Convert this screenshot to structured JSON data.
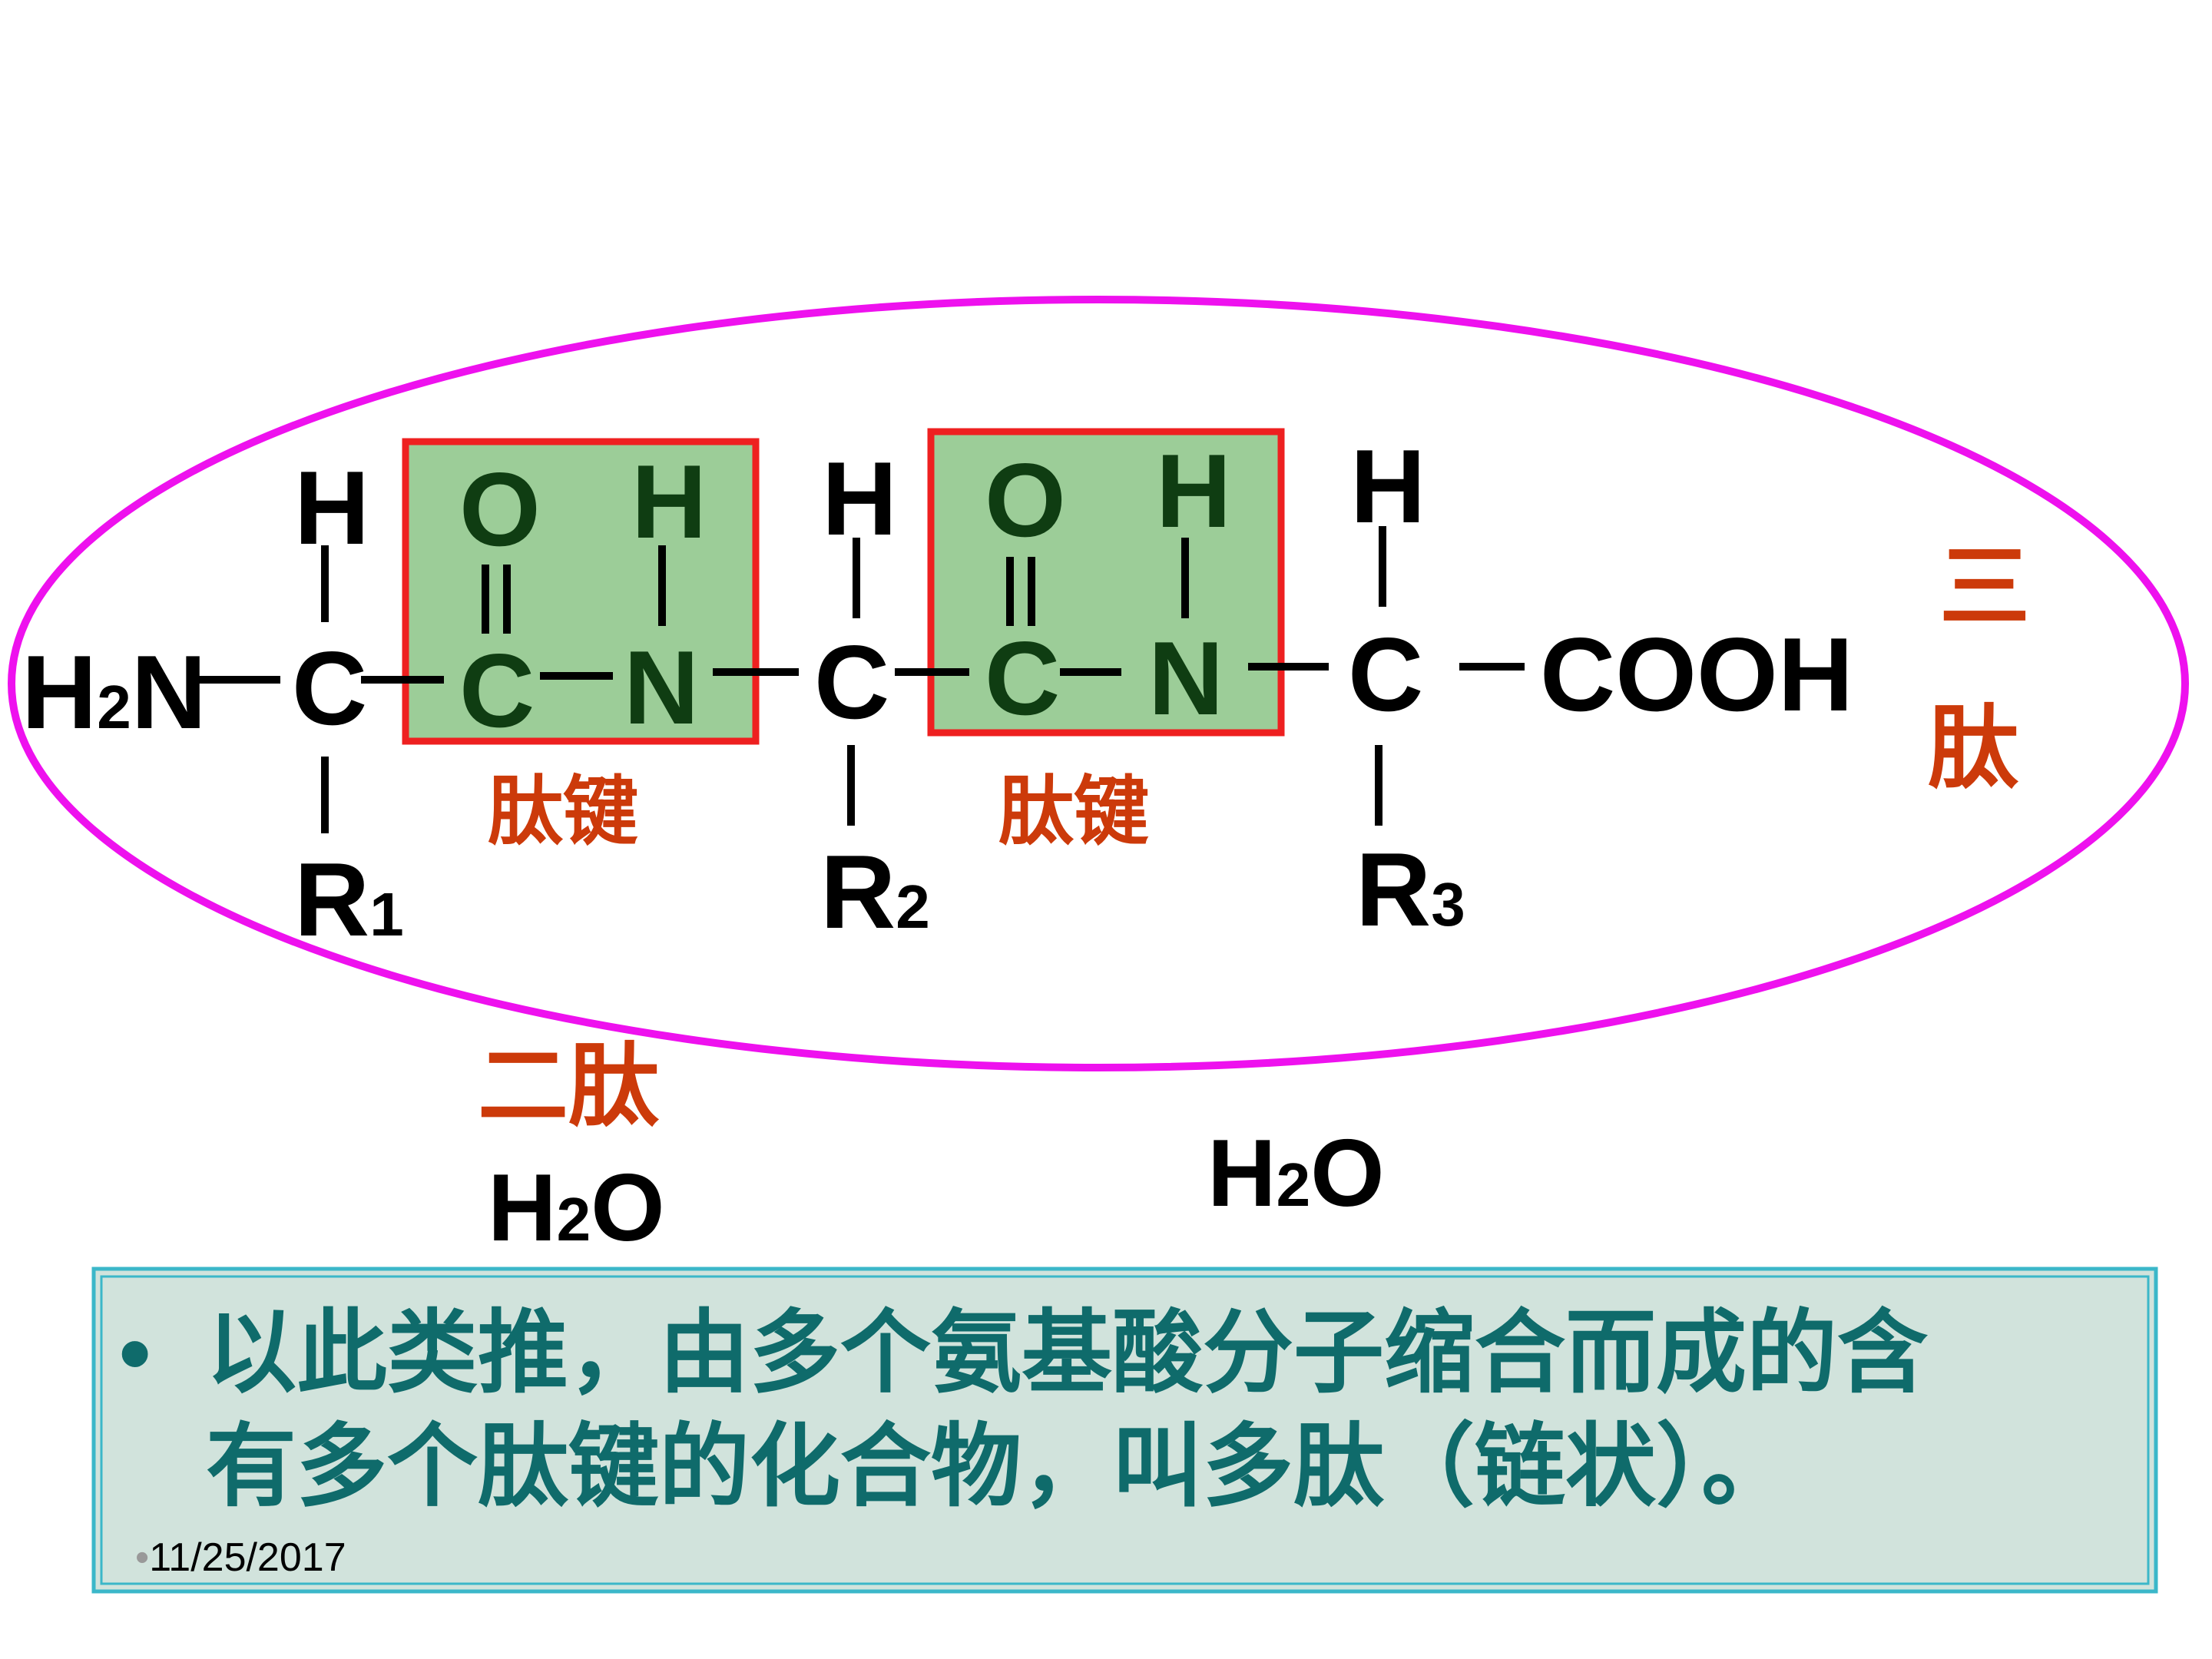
{
  "molecule": {
    "h2n": {
      "main": "H",
      "sub": "2",
      "tail": "N"
    },
    "h1": "H",
    "c1": "C",
    "r1": {
      "main": "R",
      "sub": "1"
    },
    "o1": "O",
    "c2": "C",
    "h2": "H",
    "n1": "N",
    "h3": "H",
    "c3": "C",
    "r2": {
      "main": "R",
      "sub": "2"
    },
    "o2": "O",
    "c4": "C",
    "h4": "H",
    "n2": "N",
    "h5": "H",
    "c5": "C",
    "r3": {
      "main": "R",
      "sub": "3"
    },
    "cooh": "COOH"
  },
  "labels": {
    "peptide_bond_1": "肽键",
    "peptide_bond_2": "肽键",
    "tripeptide": [
      "三",
      "肽"
    ],
    "dipeptide": "二肽"
  },
  "water": [
    {
      "main": "H",
      "sub": "2",
      "tail": "O"
    },
    {
      "main": "H",
      "sub": "2",
      "tail": "O"
    }
  ],
  "note": {
    "bullet": "•",
    "line1": "以此类推，由多个氨基酸分子缩合而成的含",
    "line2": "有多个肽键的化合物，叫多肽（链状）。"
  },
  "footer": {
    "bullet": "•",
    "date": "11/25/2017"
  },
  "colors": {
    "ellipse": "#ee11ee",
    "box_fill": "#9ccd98",
    "box_border": "#ee2020",
    "label_red": "#cc3a0a",
    "note_bg": "#d1e3dc",
    "note_border": "#3bb7c9",
    "note_text": "#0f6b6b"
  }
}
